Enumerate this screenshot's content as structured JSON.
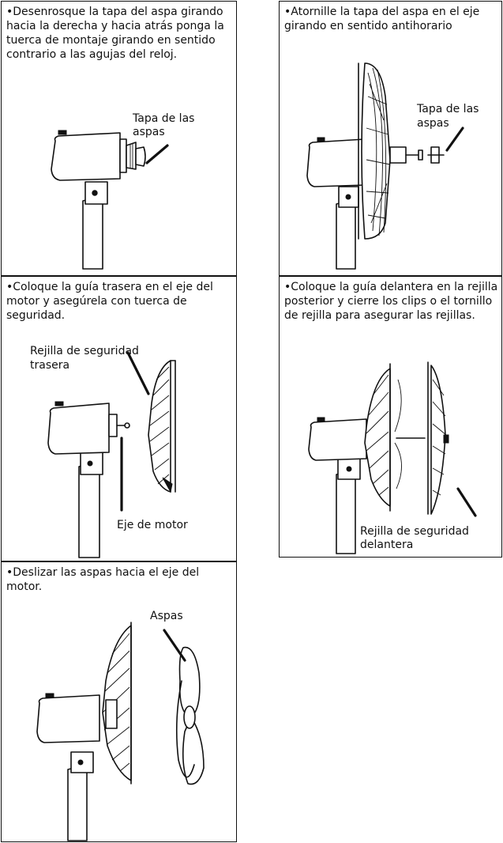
{
  "steps": [
    {
      "instruction": "•Desenrosque la tapa del aspa girando hacia la derecha y hacia atrás ponga la tuerca de montaje girando en sentido contrario a las agujas del reloj.",
      "callouts": [
        "Tapa de las",
        "aspas"
      ]
    },
    {
      "instruction": "•Atornille la tapa del aspa en el eje girando en sentido antihorario",
      "callouts": [
        "Tapa de las",
        "aspas"
      ]
    },
    {
      "instruction": "•Coloque la guía trasera en el eje del motor y asegúrela con tuerca de seguridad.",
      "callouts": [
        "Rejilla de seguridad",
        "trasera",
        "Eje de motor"
      ]
    },
    {
      "instruction": "•Coloque la guía delantera en la rejilla posterior y cierre los clips o el tornillo de rejilla para asegurar las rejillas.",
      "callouts": [
        "Rejilla de seguridad",
        "delantera"
      ]
    },
    {
      "instruction": "•Deslizar las aspas hacia el eje del motor.",
      "callouts": [
        "Aspas"
      ]
    }
  ]
}
